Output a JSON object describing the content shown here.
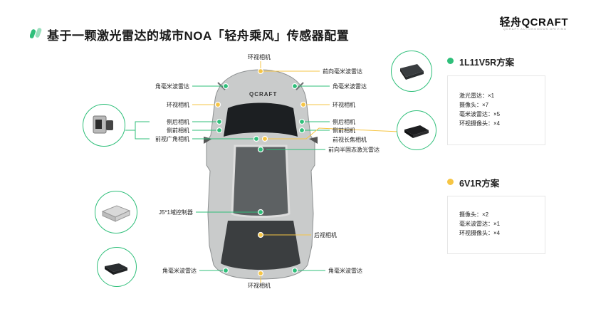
{
  "header": {
    "title": "基于一颗激光雷达的城市NOA「轻舟乘风」传感器配置",
    "logo": "轻舟QCRAFT",
    "logo_subtitle": "QCRAFT AUTONOMOUS DRIVING",
    "accent_color": "#2fbf7a"
  },
  "car": {
    "brand_text": "QCRAFT"
  },
  "labels": {
    "surround_cam_top": "环视相机",
    "front_mmwave": "前向毫米波雷达",
    "corner_mmwave_fl": "角毫米波雷达",
    "corner_mmwave_fr": "角毫米波雷达",
    "surround_cam_left": "环视相机",
    "surround_cam_right": "环视相机",
    "side_rear_cam_left": "侧后相机",
    "side_rear_cam_right": "侧后相机",
    "side_front_cam_left": "侧前相机",
    "side_front_cam_right": "侧前相机",
    "front_wide_cam": "前视广角相机",
    "front_tele_cam": "前视长焦相机",
    "front_lidar": "前向半固态激光雷达",
    "controller": "J5*1域控制器",
    "rear_cam": "后视相机",
    "corner_mmwave_rl": "角毫米波雷达",
    "corner_mmwave_rr": "角毫米波雷达",
    "surround_cam_bottom": "环视相机"
  },
  "schemes": [
    {
      "name": "1L11V5R方案",
      "color": "#2fbf7a",
      "items": [
        {
          "name": "激光雷达：",
          "count": "×1"
        },
        {
          "name": "摄像头：",
          "count": "×7"
        },
        {
          "name": "毫米波雷达：",
          "count": "×5"
        },
        {
          "name": "环视摄像头：",
          "count": "×4"
        }
      ]
    },
    {
      "name": "6V1R方案",
      "color": "#f6c544",
      "items": [
        {
          "name": "摄像头：",
          "count": "×2"
        },
        {
          "name": "毫米波雷达：",
          "count": "×1"
        },
        {
          "name": "环视摄像头：",
          "count": "×4"
        }
      ]
    }
  ],
  "colors": {
    "green": "#2fbf7a",
    "yellow": "#f6c544"
  }
}
